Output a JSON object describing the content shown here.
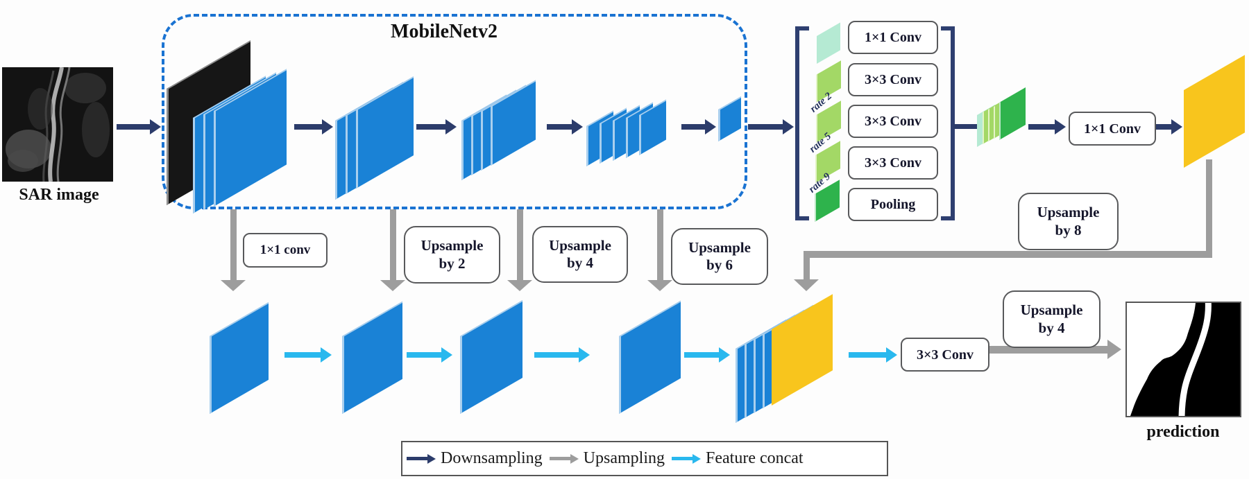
{
  "title": "MobileNetv2",
  "input_label": "SAR image",
  "output_label": "prediction",
  "skips": [
    {
      "line1": "1×1 conv",
      "line2": ""
    },
    {
      "line1": "Upsample",
      "line2": "by 2"
    },
    {
      "line1": "Upsample",
      "line2": "by 4"
    },
    {
      "line1": "Upsample",
      "line2": "by 6"
    }
  ],
  "aspp": {
    "branch_boxes": [
      "1×1 Conv",
      "3×3 Conv",
      "3×3 Conv",
      "3×3 Conv",
      "Pooling"
    ],
    "rate_labels": [
      "rate 2",
      "rate 5",
      "rate 9"
    ],
    "projection_box": "1×1 Conv"
  },
  "upsample8": {
    "line1": "Upsample",
    "line2": "by 8"
  },
  "decoder": {
    "conv_box": "3×3 Conv",
    "upsample4": {
      "line1": "Upsample",
      "line2": "by 4"
    }
  },
  "legend": [
    {
      "label": "Downsampling",
      "color": "#2c3c6b"
    },
    {
      "label": "Upsampling",
      "color": "#9d9d9d"
    },
    {
      "label": "Feature concat",
      "color": "#29b8ee"
    }
  ],
  "colors": {
    "downsample_arrow": "#2c3c6b",
    "upsample_arrow": "#9d9d9d",
    "concat_arrow": "#29b8ee",
    "feature_plate_blue": "#1a82d6",
    "input_plate_black": "#161616",
    "output_plate_yellow": "#f8c51d",
    "aspp_mint": "#b5ead3",
    "aspp_light_green": "#a3d866",
    "aspp_dark_green": "#2eb34c",
    "backbone_border": "#1a73d2"
  }
}
